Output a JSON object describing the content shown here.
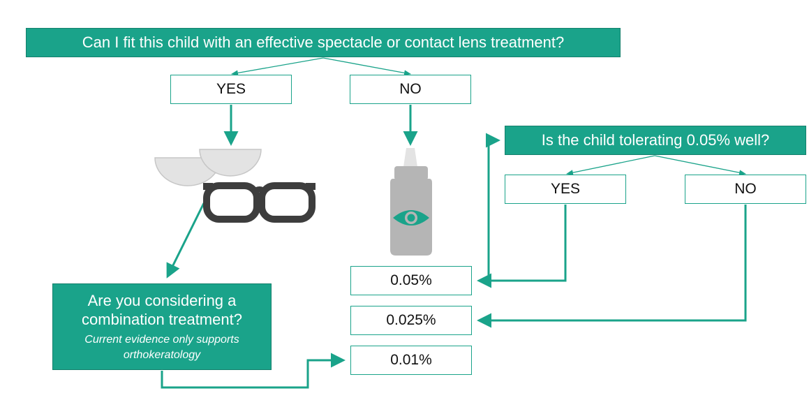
{
  "colors": {
    "accent": "#1aa38a",
    "accent_dark": "#14806c",
    "icon_dark": "#3d3d3d",
    "icon_grey": "#b5b5b5",
    "icon_light": "#e3e3e3"
  },
  "question_fit": "Can I fit this child with an effective spectacle or contact lens treatment?",
  "question_tolerating": "Is the child tolerating 0.05% well?",
  "question_combination": {
    "title": "Are you considering a combination treatment?",
    "note": "Current evidence only supports orthokeratology"
  },
  "answers": {
    "fit_yes": "YES",
    "fit_no": "NO",
    "tolerating_yes": "YES",
    "tolerating_no": "NO"
  },
  "doses": [
    "0.05%",
    "0.025%",
    "0.01%"
  ],
  "icons": {
    "lenses": "contact-lenses-icon",
    "glasses": "glasses-icon",
    "bottle": "eye-drop-bottle-icon",
    "eye": "eye-icon"
  }
}
